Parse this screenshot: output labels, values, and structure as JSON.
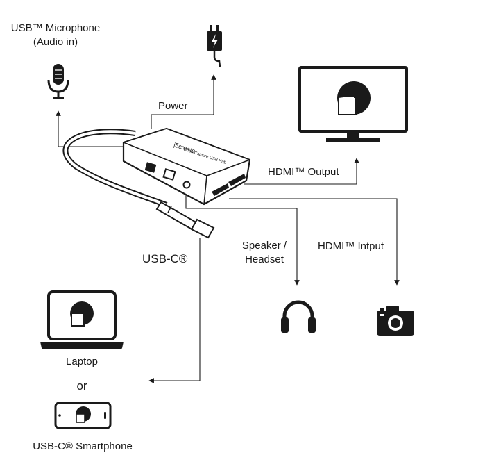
{
  "labels": {
    "mic_line1": "USB™ Microphone",
    "mic_line2": "(Audio in)",
    "power": "Power",
    "hdmi_output": "HDMI™ Output",
    "speaker_line1": "Speaker /",
    "speaker_line2": "Headset",
    "hdmi_input": "HDMI™ Intput",
    "usb_c": "USB-C®",
    "laptop": "Laptop",
    "or": "or",
    "smartphone": "USB-C® Smartphone"
  },
  "hub": {
    "brand": "j5create",
    "model": "Video Capture USB Hub"
  },
  "icons": [
    "microphone-icon",
    "power-plug-icon",
    "monitor-icon",
    "headphones-icon",
    "camera-icon",
    "laptop-icon",
    "smartphone-icon"
  ]
}
